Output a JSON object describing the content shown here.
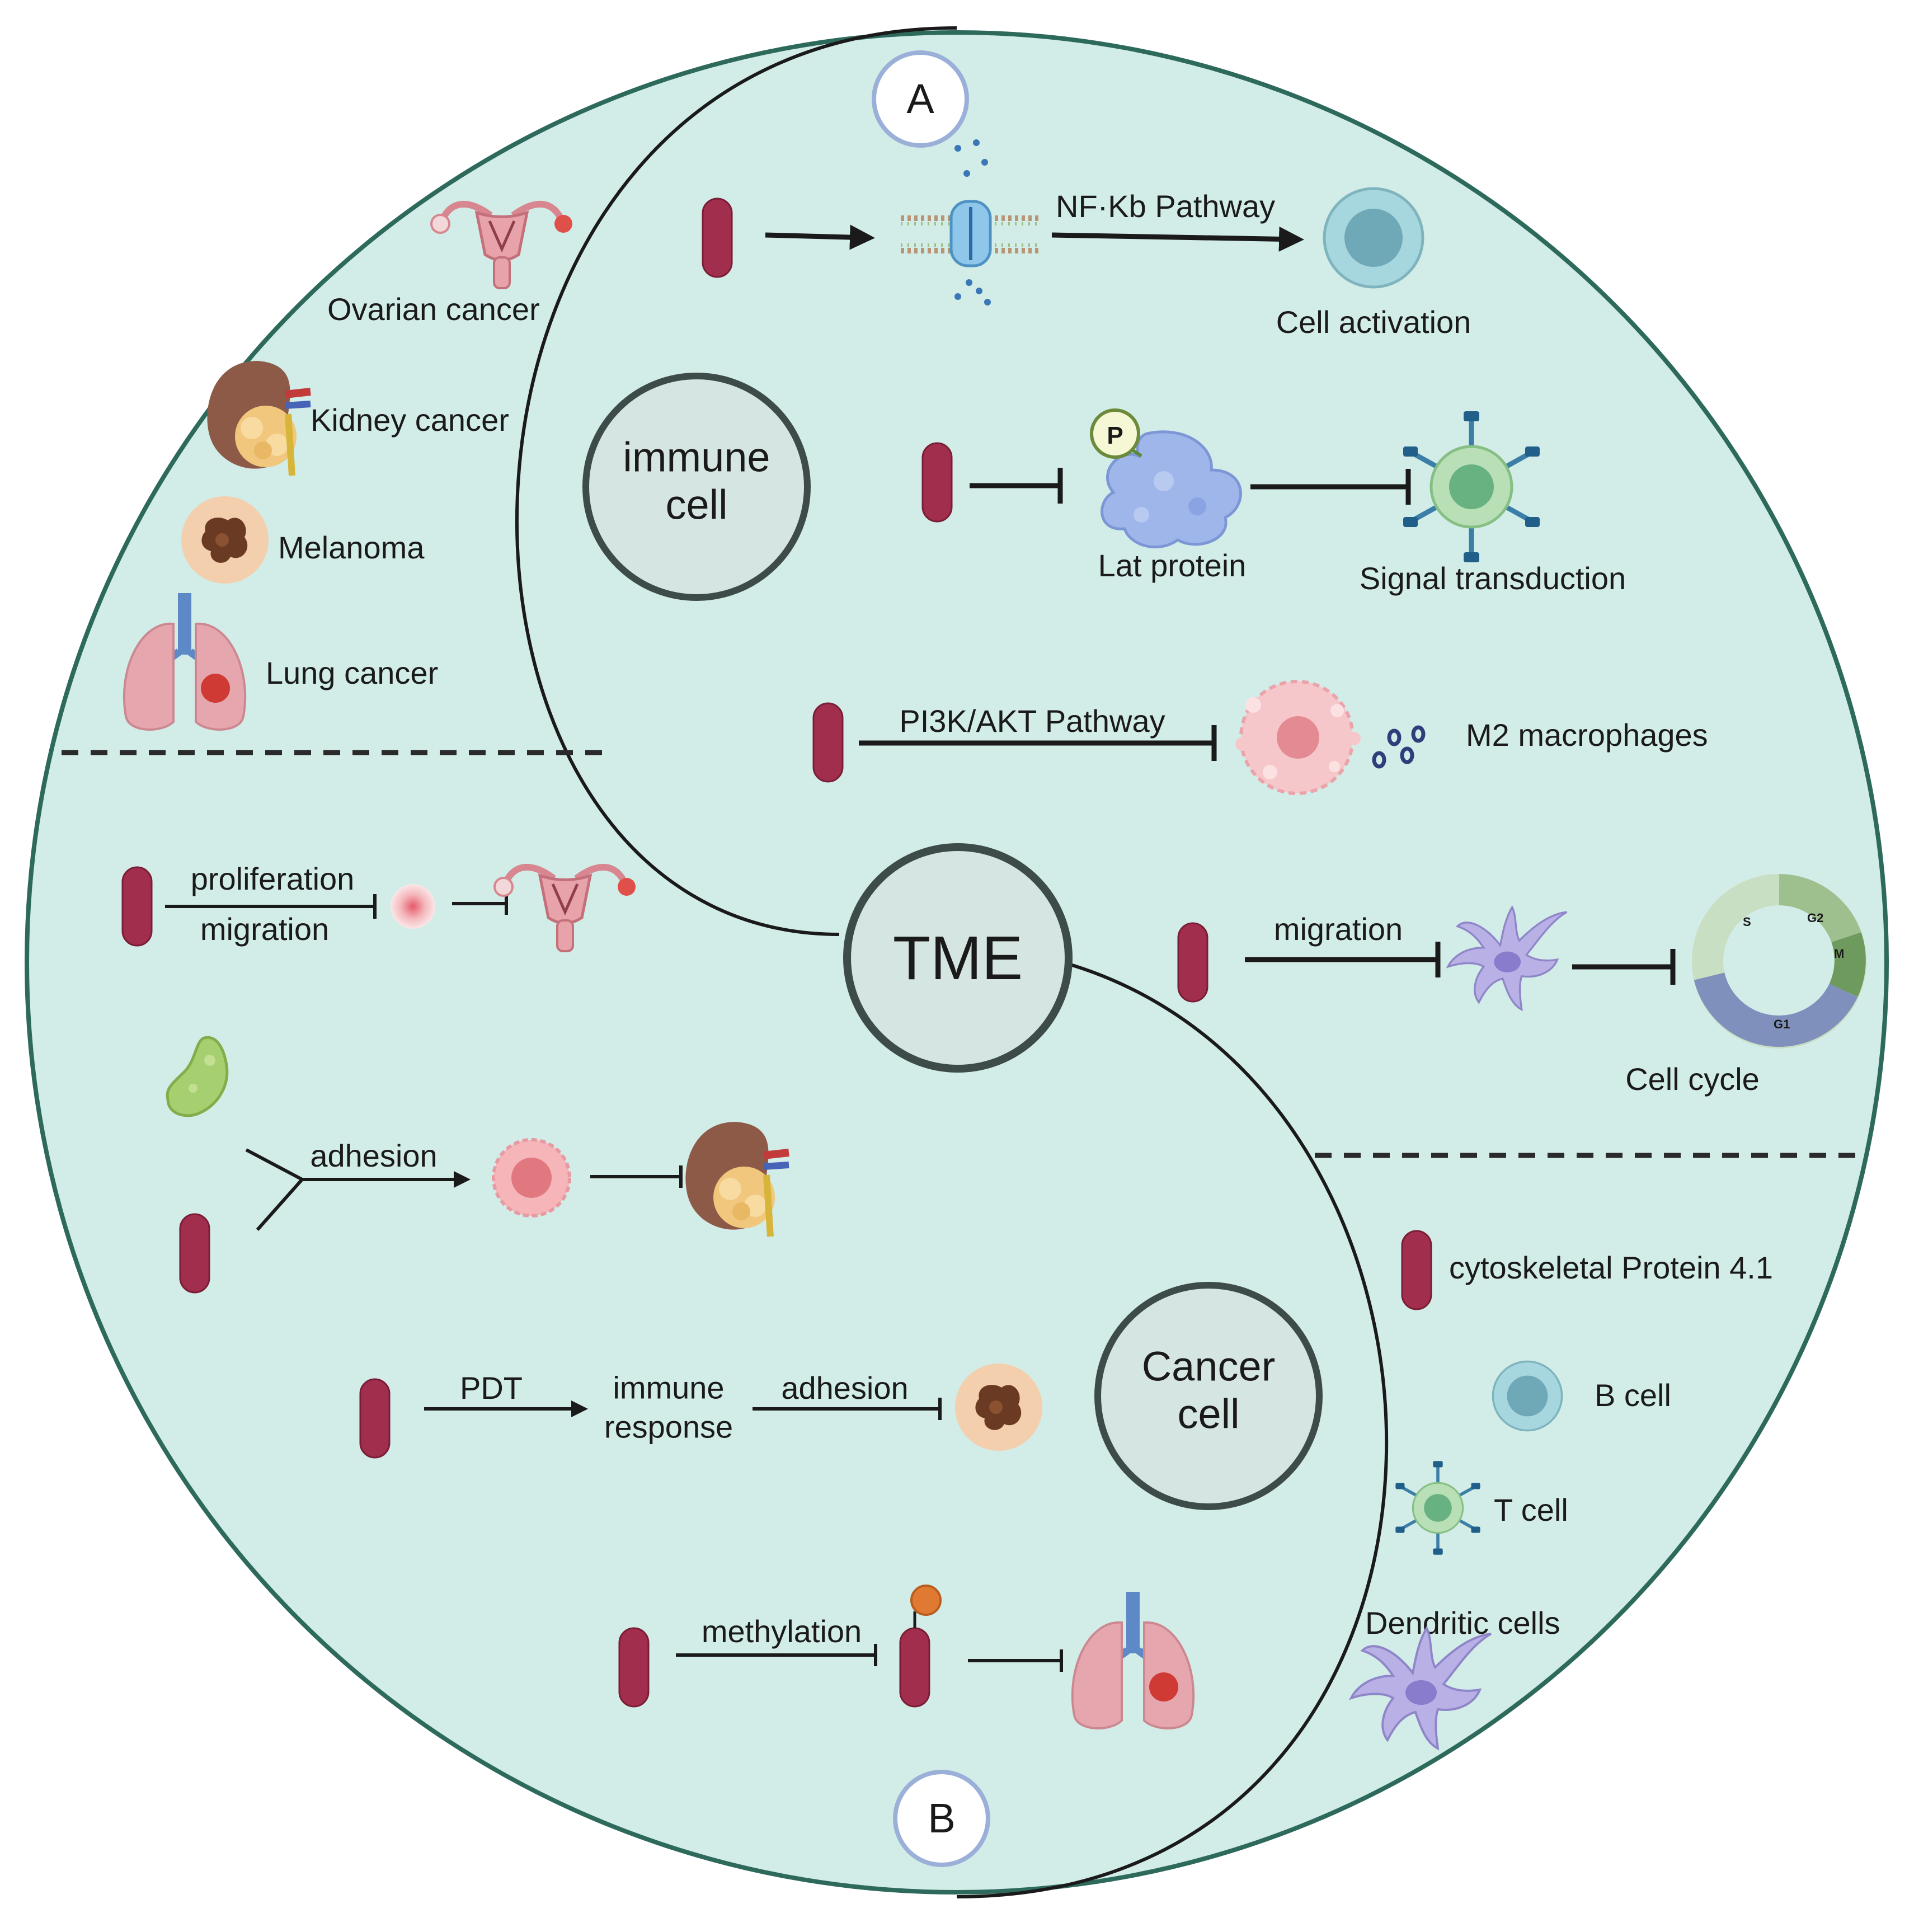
{
  "colors": {
    "background": "#d2ece7",
    "outer_ring": "#2e6a5c",
    "protein_pill": "#a12e4c",
    "center_circle": "#d5e5e1",
    "panel_badge_border": "#9bb0d8"
  },
  "panel_labels": {
    "a": "A",
    "b": "B"
  },
  "center": {
    "tme": "TME",
    "immune_cell": "immune\ncell",
    "cancer_cell": "Cancer\ncell"
  },
  "cancers": {
    "ovarian": "Ovarian cancer",
    "kidney": "Kidney cancer",
    "melanoma": "Melanoma",
    "lung": "Lung cancer"
  },
  "immune_panel": {
    "nfkb_pathway": "NF·Kb Pathway",
    "cell_activation": "Cell activation",
    "lat_protein": "Lat protein",
    "phospho": "P",
    "signal_transduction": "Signal transduction",
    "pi3k_pathway": "PI3K/AKT Pathway",
    "m2_macrophages": "M2 macrophages",
    "migration": "migration",
    "cell_cycle": "Cell cycle",
    "cycle_phases": {
      "s": "S",
      "g2": "G2",
      "m": "M",
      "g1": "G1"
    }
  },
  "cancer_panel": {
    "proliferation": "proliferation",
    "migration": "migration",
    "adhesion_1": "adhesion",
    "pdt": "PDT",
    "immune_response": "immune\nresponse",
    "adhesion_2": "adhesion",
    "methylation": "methylation"
  },
  "legend": {
    "protein": "cytoskeletal Protein 4.1",
    "b_cell": "B cell",
    "t_cell": "T cell",
    "dendritic": "Dendritic cells"
  }
}
